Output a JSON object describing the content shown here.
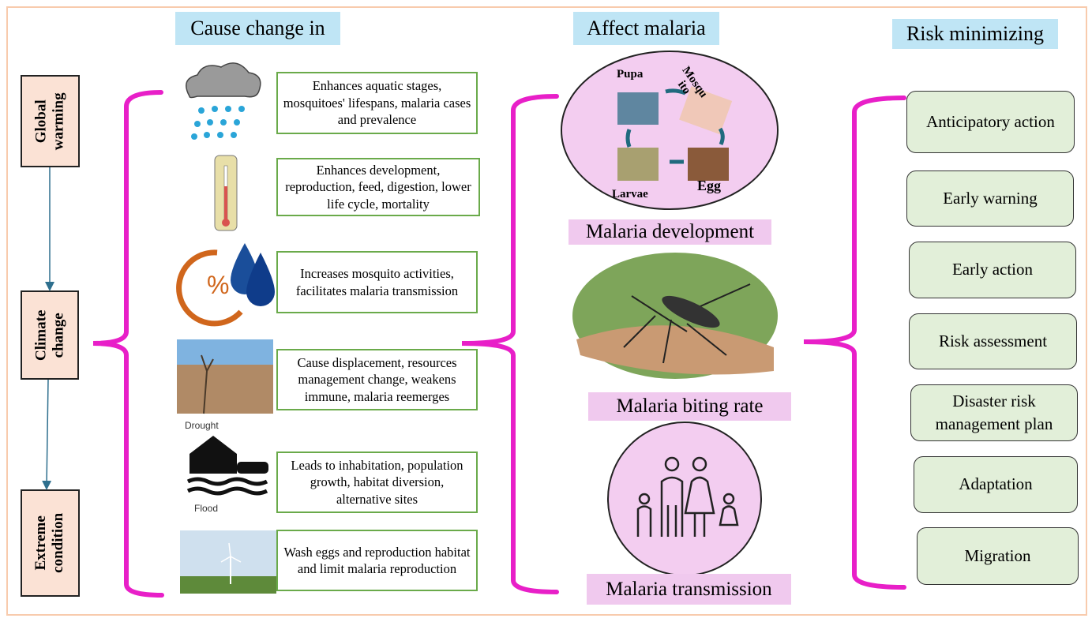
{
  "headers": {
    "cause": "Cause change in",
    "affect": "Affect malaria",
    "risk": "Risk minimizing"
  },
  "drivers": [
    "Global\nwarming",
    "Climate\nchange",
    "Extreme\ncondition"
  ],
  "effects": [
    {
      "icon": "rain-cloud-icon",
      "text": "Enhances aquatic stages, mosquitoes' lifespans, malaria cases and prevalence"
    },
    {
      "icon": "thermometer-icon",
      "text": "Enhances development, reproduction, feed, digestion, lower life cycle, mortality"
    },
    {
      "icon": "humidity-icon",
      "text": "Increases mosquito activities, facilitates malaria transmission"
    },
    {
      "icon": "drought-image",
      "caption": "Drought",
      "text": "Cause displacement, resources management change, weakens immune, malaria reemerges"
    },
    {
      "icon": "flood-icon",
      "caption": "Flood",
      "text": "Leads to inhabitation, population growth, habitat diversion, alternative sites"
    },
    {
      "icon": "wind-turbine-image",
      "text": "Wash eggs and reproduction habitat and limit malaria reproduction"
    }
  ],
  "lifecycle": {
    "pupa": "Pupa",
    "mosquito": "Mosqu ito",
    "egg": "Egg",
    "larvae": "Larvae"
  },
  "malaria": {
    "development": "Malaria development",
    "biting": "Malaria biting rate",
    "transmission": "Malaria transmission"
  },
  "risk_items": [
    "Anticipatory action",
    "Early warning",
    "Early action",
    "Risk assessment",
    "Disaster risk management plan",
    "Adaptation",
    "Migration"
  ],
  "colors": {
    "brace": "#e81fc8",
    "header": "#bfe5f5",
    "arrow": "#2e6f8e"
  }
}
